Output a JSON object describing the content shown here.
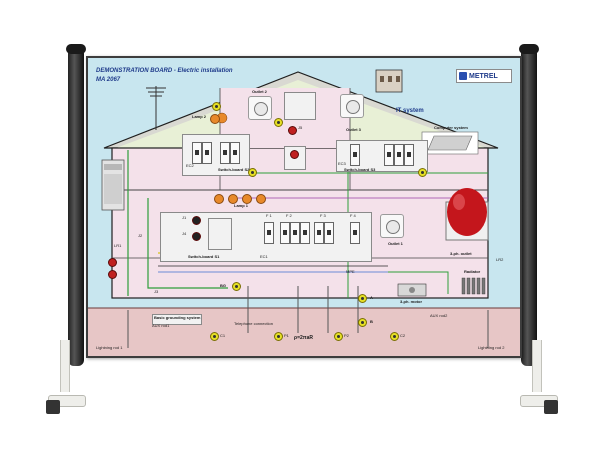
{
  "board": {
    "title_line1": "DEMONSTRATION BOARD - Electric installation",
    "title_line2": "MA 2067",
    "brand": "METREL"
  },
  "labels": {
    "lamp2": "Lamp 2",
    "outlet2": "Outlet 2",
    "outlet3": "Outlet 3",
    "it_system": "IT system",
    "computer_system": "Computer system",
    "switchboard_s2": "Switch-board S2",
    "switchboard_s3": "Switch-board S3",
    "lamp1": "Lamp 1",
    "switchboard_s1": "Switch-board S1",
    "outlet1": "Outlet 1",
    "three_ph_outlet": "3-ph. outlet",
    "three_ph_motor": "3-ph. motor",
    "radiator": "Radiator",
    "mpe": "MPE",
    "ec1": "EC1",
    "ec2": "EC2",
    "ec3": "EC3",
    "j1": "J1",
    "j2": "J2",
    "j3": "J3",
    "j4": "J4",
    "j5": "J5",
    "lr1": "LR1",
    "lr2": "LR2",
    "f1": "F 1",
    "f2": "F 2",
    "f3": "F 3",
    "f4": "F 4",
    "bg": "BG",
    "basic_grounding": "Basic grounding system",
    "aux_rod1": "AUX rod1",
    "aux_rod2": "AUX rod2",
    "lightning_rod1": "Lightning rod 1",
    "lightning_rod2": "Lightning rod 2",
    "c1": "C1",
    "c2": "C2",
    "p1": "P1",
    "p2": "P2",
    "telephone_connection": "Telephone connection",
    "pe_formula": "ρ=2πaR",
    "a": "A",
    "b": "B"
  },
  "colors": {
    "sky": "#c8e6ef",
    "house_wall": "#f4e1ea",
    "attic": "#e8f0d6",
    "ground": "#e7c6c6",
    "wire_green": "#2e9e3a",
    "wire_yellow": "#d8c21a",
    "terminal": "#e6e026",
    "brand_blue": "#1e3a8a",
    "red_dome": "#c4161c"
  },
  "icons": [
    "socket-icon",
    "mcb-icon",
    "lamp-icon",
    "terminal-icon",
    "antenna-icon",
    "chimney-icon",
    "motor-icon",
    "radiator-icon",
    "red-lamp-dome-icon",
    "lightning-rod-icon"
  ]
}
